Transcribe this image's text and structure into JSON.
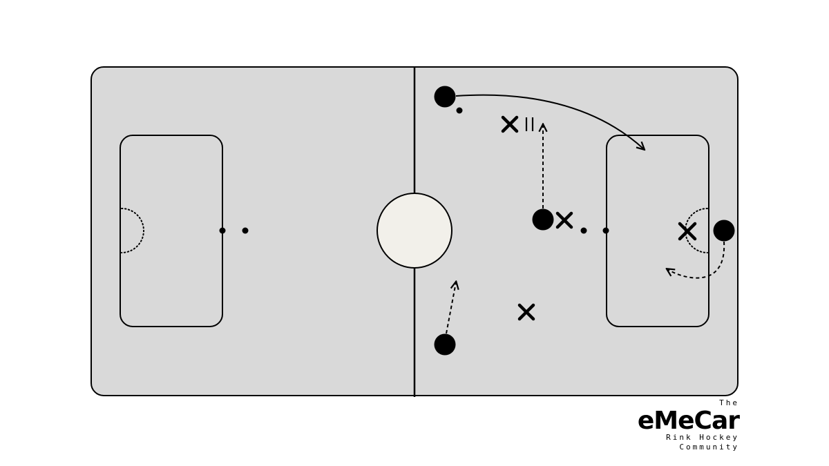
{
  "logo": {
    "the": "The",
    "name": "eMeCar",
    "line1": "Rink Hockey",
    "line2": "Community"
  },
  "colors": {
    "rink_fill": "#d9d9d9",
    "center_circle_fill": "#f2f0ea",
    "ink": "#000000"
  }
}
